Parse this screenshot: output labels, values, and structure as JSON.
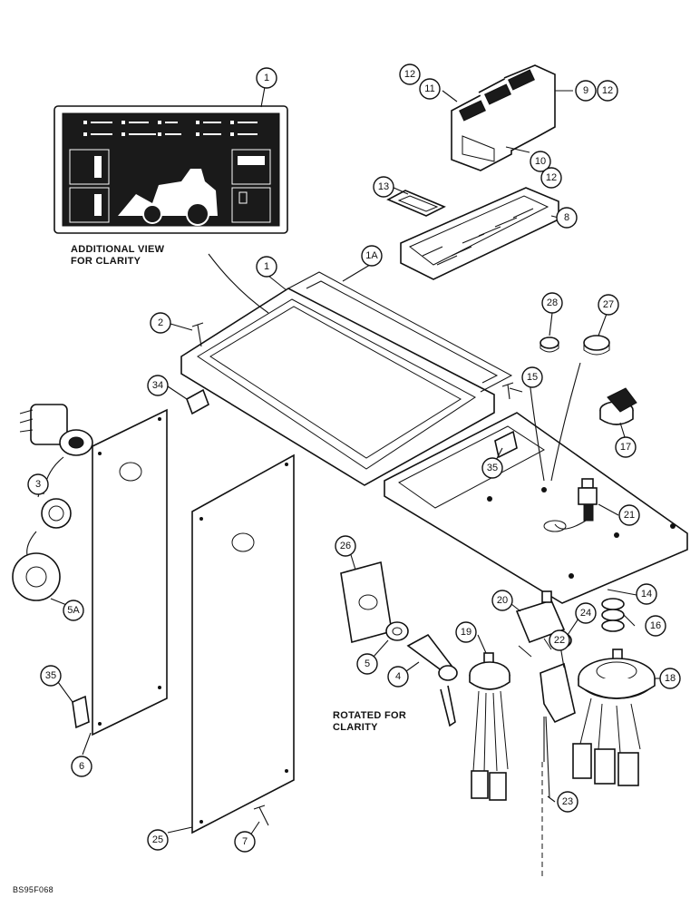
{
  "diagram": {
    "notes": {
      "additional_view_line1": "ADDITIONAL VIEW",
      "additional_view_line2": "FOR CLARITY",
      "rotated_line1": "ROTATED FOR",
      "rotated_line2": "CLARITY",
      "figure_code": "BS95F068"
    },
    "callouts": {
      "c1_top": "1",
      "c1_frame": "1",
      "c1a": "1A",
      "c2": "2",
      "c3": "3",
      "c4": "4",
      "c5": "5",
      "c5a": "5A",
      "c6": "6",
      "c7": "7",
      "c8": "8",
      "c9": "9",
      "c10": "10",
      "c11": "11",
      "c12_left": "12",
      "c12_right": "12",
      "c12_bottom": "12",
      "c13": "13",
      "c14": "14",
      "c15": "15",
      "c16": "16",
      "c17": "17",
      "c18": "18",
      "c19": "19",
      "c20": "20",
      "c21": "21",
      "c22": "22",
      "c23": "23",
      "c24": "24",
      "c25": "25",
      "c26": "26",
      "c27": "27",
      "c28": "28",
      "c34": "34",
      "c35_plate": "35",
      "c35_left": "35"
    },
    "icons": [
      "instrument-cluster-icon",
      "loader-silhouette-icon",
      "key-icon"
    ]
  }
}
